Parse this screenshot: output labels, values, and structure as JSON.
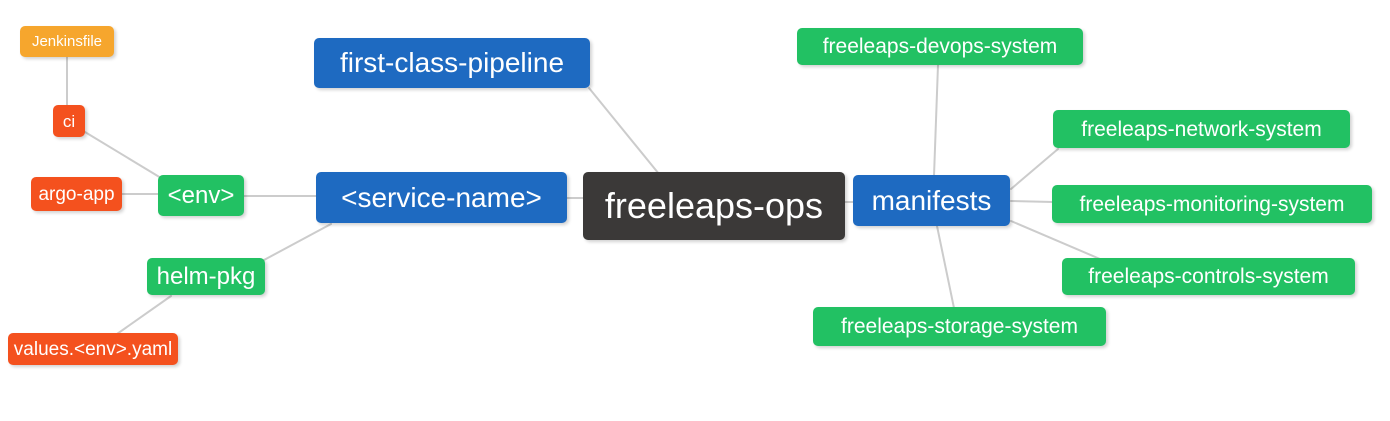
{
  "palette": {
    "root_node": "#3b3938",
    "branch_blue": "#1e6ac1",
    "leaf_green": "#22c163",
    "leaf_red": "#f4511e",
    "leaf_orange": "#f6a62d",
    "edge_line": "#cccccc",
    "node_text": "#ffffff",
    "background": "#ffffff"
  },
  "nodes": [
    {
      "id": "freeleaps-ops",
      "label": "freeleaps-ops",
      "color": "root_node"
    },
    {
      "id": "first-class-pipeline",
      "label": "first-class-pipeline",
      "color": "branch_blue"
    },
    {
      "id": "service-name",
      "label": "<service-name>",
      "color": "branch_blue"
    },
    {
      "id": "env",
      "label": "<env>",
      "color": "leaf_green"
    },
    {
      "id": "ci",
      "label": "ci",
      "color": "leaf_red"
    },
    {
      "id": "jenkinsfile",
      "label": "Jenkinsfile",
      "color": "leaf_orange"
    },
    {
      "id": "argo-app",
      "label": "argo-app",
      "color": "leaf_red"
    },
    {
      "id": "helm-pkg",
      "label": "helm-pkg",
      "color": "leaf_green"
    },
    {
      "id": "values-env-yaml",
      "label": "values.<env>.yaml",
      "color": "leaf_red"
    },
    {
      "id": "manifests",
      "label": "manifests",
      "color": "branch_blue"
    },
    {
      "id": "freeleaps-devops-system",
      "label": "freeleaps-devops-system",
      "color": "leaf_green"
    },
    {
      "id": "freeleaps-network-system",
      "label": "freeleaps-network-system",
      "color": "leaf_green"
    },
    {
      "id": "freeleaps-monitoring-system",
      "label": "freeleaps-monitoring-system",
      "color": "leaf_green"
    },
    {
      "id": "freeleaps-controls-system",
      "label": "freeleaps-controls-system",
      "color": "leaf_green"
    },
    {
      "id": "freeleaps-storage-system",
      "label": "freeleaps-storage-system",
      "color": "leaf_green"
    }
  ],
  "edges": [
    {
      "from": "freeleaps-ops",
      "to": "first-class-pipeline"
    },
    {
      "from": "freeleaps-ops",
      "to": "<service-name>"
    },
    {
      "from": "freeleaps-ops",
      "to": "manifests"
    },
    {
      "from": "<service-name>",
      "to": "<env>"
    },
    {
      "from": "<service-name>",
      "to": "helm-pkg"
    },
    {
      "from": "<env>",
      "to": "ci"
    },
    {
      "from": "<env>",
      "to": "argo-app"
    },
    {
      "from": "ci",
      "to": "Jenkinsfile"
    },
    {
      "from": "helm-pkg",
      "to": "values.<env>.yaml"
    },
    {
      "from": "manifests",
      "to": "freeleaps-devops-system"
    },
    {
      "from": "manifests",
      "to": "freeleaps-network-system"
    },
    {
      "from": "manifests",
      "to": "freeleaps-monitoring-system"
    },
    {
      "from": "manifests",
      "to": "freeleaps-controls-system"
    },
    {
      "from": "manifests",
      "to": "freeleaps-storage-system"
    }
  ]
}
